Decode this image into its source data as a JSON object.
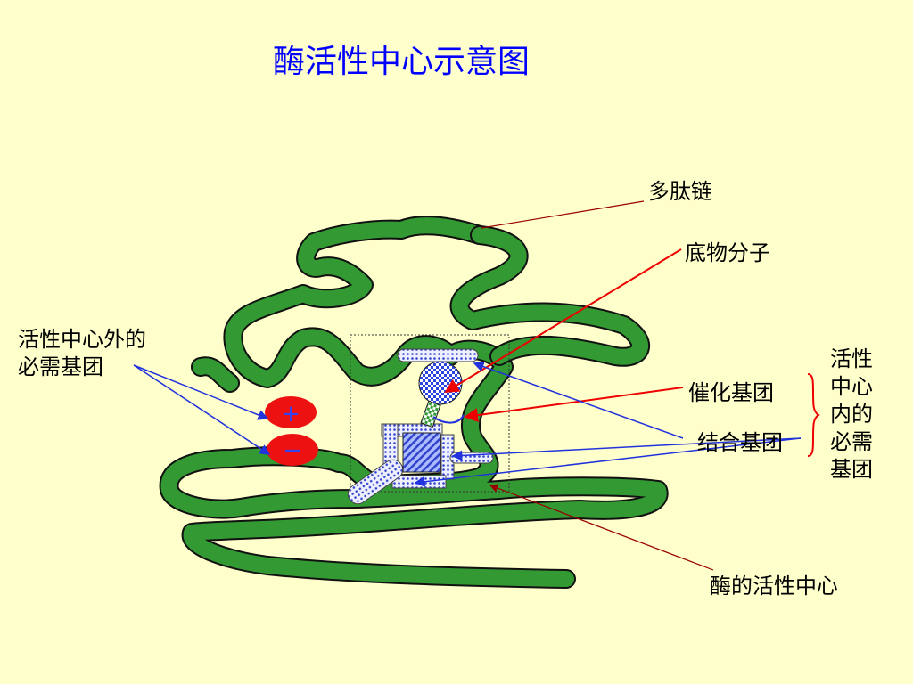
{
  "title": "酶活性中心示意图",
  "labels": {
    "polypeptide": "多肽链",
    "substrate": "底物分子",
    "outside_groups_line1": "活性中心外的",
    "outside_groups_line2": "必需基团",
    "catalytic_group": "催化基团",
    "binding_group": "结合基团",
    "active_center": "酶的活性中心",
    "inside_groups": [
      "活性",
      "中心",
      "内的",
      "必需",
      "基团"
    ]
  },
  "charges": {
    "plus": "+",
    "minus": "−"
  },
  "colors": {
    "background": "#ffffcc",
    "chain": "#339933",
    "chain_outline": "#111111",
    "title": "#0000ff",
    "charge_fill": "#ee1111",
    "substrate_fill": "#4d66ee",
    "arrow_red": "#ee0000",
    "arrow_blue": "#2233dd",
    "arrow_darkred": "#990000"
  }
}
